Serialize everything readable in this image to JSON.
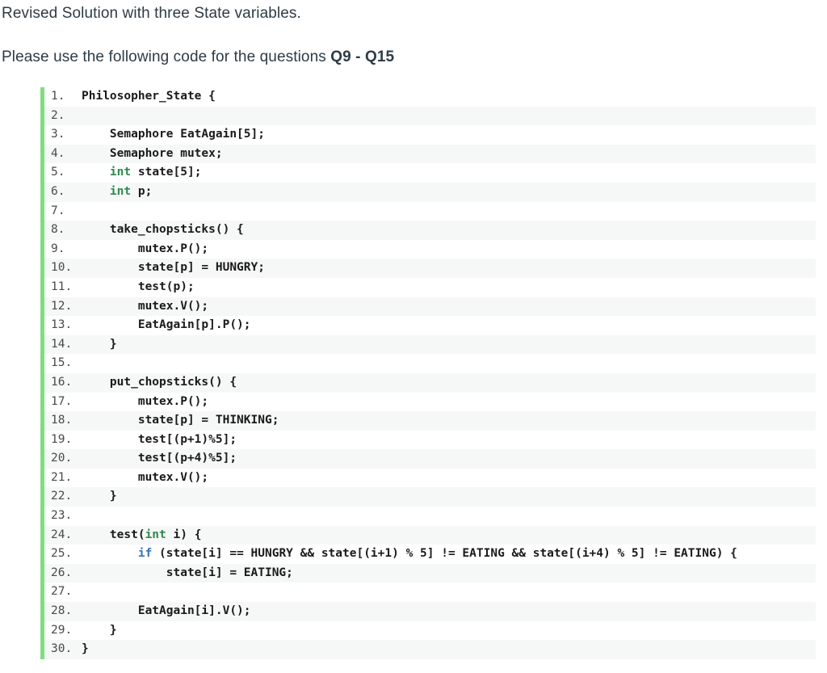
{
  "document": {
    "paragraphs": [
      {
        "text": "Revised Solution with three State variables."
      },
      {
        "prefix": "Please use the following code for the questions ",
        "bold": "Q9 - Q15"
      }
    ]
  },
  "code_block": {
    "language_keywords_green": [
      "int"
    ],
    "language_keywords_blue": [
      "if"
    ],
    "accent_border_color": "#7fdd7f",
    "stripe_color": "#f6f7f7",
    "keyword_green_color": "#2f8a4e",
    "keyword_blue_color": "#3d74ad",
    "text_color": "#1a1a1a",
    "gutter_color": "#4a4a4a",
    "lines": [
      {
        "n": "1.",
        "code": "Philosopher_State {"
      },
      {
        "n": "2.",
        "code": ""
      },
      {
        "n": "3.",
        "code": "    Semaphore EatAgain[5];"
      },
      {
        "n": "4.",
        "code": "    Semaphore mutex;"
      },
      {
        "n": "5.",
        "code": "    int state[5];",
        "kw": "int",
        "kw_color": "green"
      },
      {
        "n": "6.",
        "code": "    int p;",
        "kw": "int",
        "kw_color": "green"
      },
      {
        "n": "7.",
        "code": ""
      },
      {
        "n": "8.",
        "code": "    take_chopsticks() {"
      },
      {
        "n": "9.",
        "code": "        mutex.P();"
      },
      {
        "n": "10.",
        "code": "        state[p] = HUNGRY;"
      },
      {
        "n": "11.",
        "code": "        test(p);"
      },
      {
        "n": "12.",
        "code": "        mutex.V();"
      },
      {
        "n": "13.",
        "code": "        EatAgain[p].P();"
      },
      {
        "n": "14.",
        "code": "    }"
      },
      {
        "n": "15.",
        "code": ""
      },
      {
        "n": "16.",
        "code": "    put_chopsticks() {"
      },
      {
        "n": "17.",
        "code": "        mutex.P();"
      },
      {
        "n": "18.",
        "code": "        state[p] = THINKING;"
      },
      {
        "n": "19.",
        "code": "        test[(p+1)%5];"
      },
      {
        "n": "20.",
        "code": "        test[(p+4)%5];"
      },
      {
        "n": "21.",
        "code": "        mutex.V();"
      },
      {
        "n": "22.",
        "code": "    }"
      },
      {
        "n": "23.",
        "code": ""
      },
      {
        "n": "24.",
        "code": "    test(int i) {",
        "kw": "int",
        "kw_color": "green"
      },
      {
        "n": "25.",
        "code": "        if (state[i] == HUNGRY && state[(i+1) % 5] != EATING && state[(i+4) % 5] != EATING) {",
        "kw": "if",
        "kw_color": "blue"
      },
      {
        "n": "26.",
        "code": "            state[i] = EATING;"
      },
      {
        "n": "27.",
        "code": ""
      },
      {
        "n": "28.",
        "code": "        EatAgain[i].V();"
      },
      {
        "n": "29.",
        "code": "    }"
      },
      {
        "n": "30.",
        "code": "}"
      }
    ]
  }
}
